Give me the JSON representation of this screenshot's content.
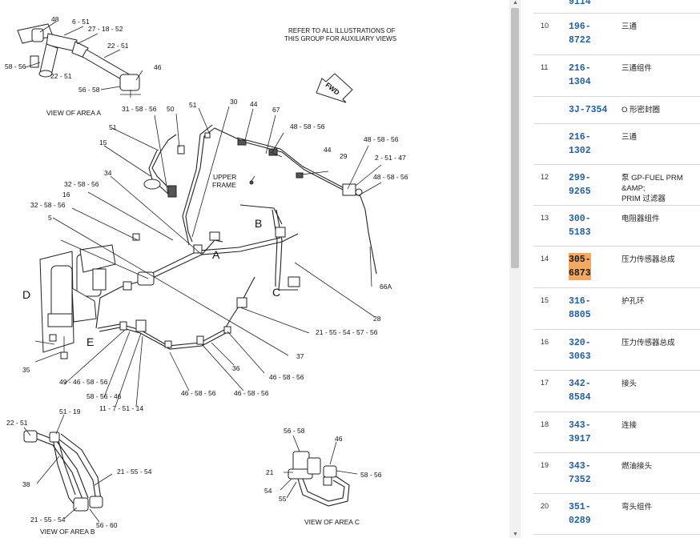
{
  "diagram": {
    "note_line1": "REFER TO ALL ILLUSTRATIONS OF",
    "note_line2": "THIS GROUP FOR AUXILIARY VIEWS",
    "fwd": "FWD",
    "upper_frame_1": "UPPER",
    "upper_frame_2": "FRAME",
    "view_a": "VIEW OF AREA  A",
    "view_b": "VIEW OF AREA  B",
    "view_c": "VIEW OF AREA  C",
    "letter_a": "A",
    "letter_b": "B",
    "letter_c": "C",
    "letter_d": "D",
    "letter_e": "E",
    "callouts": {
      "c48": "48",
      "c6_51": "6 - 51",
      "c27_18_52": "27 - 18 - 52",
      "c22_51_top": "22 - 51",
      "c58_56_top": "58 - 56",
      "c22_51_mid": "22 - 51",
      "c46_top": "46",
      "c56_58": "56 - 58",
      "c31_58_56": "31 - 58 - 56",
      "c50": "50",
      "c51_a": "51",
      "c30": "30",
      "c44_a": "44",
      "c67": "67",
      "c48_58_56_a": "48 - 58 - 56",
      "c44_b": "44",
      "c29": "29",
      "c48_58_56_b": "48 - 58 - 56",
      "c2_51_47": "2 - 51 - 47",
      "c48_58_56_c": "48 - 58 - 56",
      "c51_b": "51",
      "c15": "15",
      "c34": "34",
      "c32_58_56_a": "32 - 58 - 56",
      "c16": "16",
      "c32_58_56_b": "32 - 58 - 56",
      "c5": "5",
      "c66a": "66A",
      "c28": "28",
      "c21_55_54_57_56": "21 - 55 - 54 - 57 - 56",
      "c37": "37",
      "c46_58_56_a": "46 - 58 - 56",
      "c36": "36",
      "c35": "35",
      "c49_46_58_56": "49 - 46 - 58 - 56",
      "c58_56_46": "58 - 56 - 46",
      "c11_7_51_14": "11 - 7 - 51  - 14",
      "c46_58_56_b": "46 - 58 - 56",
      "c46_58_56_c": "46 - 58 - 56",
      "c22_51_b": "22 - 51",
      "c51_19": "51 - 19",
      "c38": "38",
      "c21_55_54_a": "21 - 55 - 54",
      "c21_55_54_b": "21 - 55 - 54",
      "c56_60": "56 - 60",
      "c56_58_c": "56 - 58",
      "c46_c": "46",
      "c21_c": "21",
      "c54_c": "54",
      "c55_c": "55",
      "c58_56_c": "58 - 56"
    }
  },
  "parts_list": {
    "top_partial": "9114",
    "rows": [
      {
        "num": "10",
        "pn1": "196-",
        "pn2": "8722",
        "desc": "三通"
      },
      {
        "num": "11",
        "pn1": "216-",
        "pn2": "1304",
        "desc": "三通组件"
      },
      {
        "num": "",
        "pn1": "3J-7354",
        "pn2": "",
        "desc": "O 形密封圈"
      },
      {
        "num": "",
        "pn1": "216-",
        "pn2": "1302",
        "desc": "三通"
      },
      {
        "num": "12",
        "pn1": "299-",
        "pn2": "9265",
        "desc": "泵 GP-FUEL PRM &AMP;\nPRIM 过滤器"
      },
      {
        "num": "13",
        "pn1": "300-",
        "pn2": "5183",
        "desc": "电阻器组件"
      },
      {
        "num": "14",
        "pn1": "305-",
        "pn2": "6873",
        "desc": "压力传感器总成",
        "highlight": true
      },
      {
        "num": "15",
        "pn1": "316-",
        "pn2": "8805",
        "desc": "护孔环"
      },
      {
        "num": "16",
        "pn1": "320-",
        "pn2": "3063",
        "desc": "压力传感器总成"
      },
      {
        "num": "17",
        "pn1": "342-",
        "pn2": "8584",
        "desc": "接头"
      },
      {
        "num": "18",
        "pn1": "343-",
        "pn2": "3917",
        "desc": "连接"
      },
      {
        "num": "19",
        "pn1": "343-",
        "pn2": "7352",
        "desc": "燃油接头"
      },
      {
        "num": "20",
        "pn1": "351-",
        "pn2": "0289",
        "desc": "弯头组件"
      }
    ]
  }
}
